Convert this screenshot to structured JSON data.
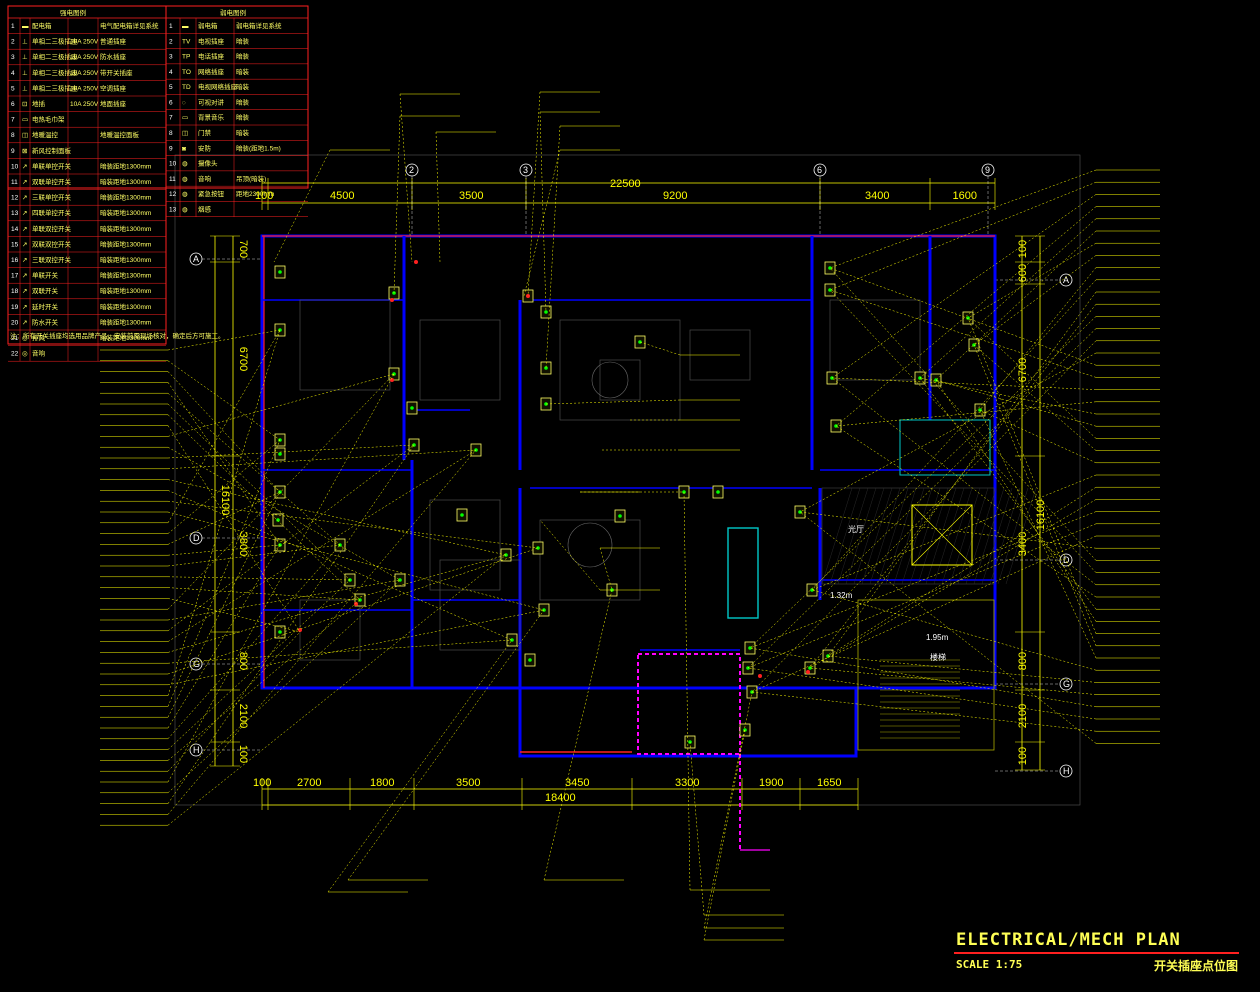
{
  "title": {
    "main": "ELECTRICAL/MECH PLAN",
    "scale": "SCALE 1:75",
    "chinese": "开关插座点位图"
  },
  "dimensions": {
    "top": [
      "100",
      "4500",
      "3500",
      "9200",
      "3400",
      "1600"
    ],
    "top_total": "22500",
    "bottom": [
      "100",
      "2700",
      "1800",
      "3500",
      "3450",
      "3300",
      "1900",
      "1650"
    ],
    "bottom_total": "18400",
    "left": [
      "700",
      "6700",
      "3800",
      "800",
      "2100",
      "100"
    ],
    "left_total": "16100",
    "right": [
      "100",
      "600",
      "6700",
      "3400",
      "800",
      "2100",
      "100"
    ],
    "right_total": "16100"
  },
  "grid_labels": {
    "top": [
      "2",
      "3",
      "6",
      "9"
    ],
    "left": [
      "A",
      "D",
      "G",
      "H"
    ],
    "right": [
      "A",
      "D",
      "G",
      "H"
    ]
  },
  "rooms": [
    "光厅",
    "1.32m",
    "1.95m",
    "楼梯"
  ],
  "legend": {
    "header_left": "强电图例",
    "header_right": "弱电图例",
    "rows": [
      {
        "no": "1",
        "sym": "▬",
        "name": "配电箱",
        "spec": "",
        "desc": "电气配电箱详见系统"
      },
      {
        "no": "2",
        "sym": "⊥",
        "name": "单相二三极插座",
        "spec": "10A 250V",
        "desc": "普通插座"
      },
      {
        "no": "3",
        "sym": "⊥",
        "name": "单相二三极插座",
        "spec": "10A 250V",
        "desc": "防水插座"
      },
      {
        "no": "4",
        "sym": "⊥",
        "name": "单相二三极插座",
        "spec": "10A 250V",
        "desc": "带开关插座"
      },
      {
        "no": "5",
        "sym": "⊥",
        "name": "单相二三极插座",
        "spec": "10A 250V",
        "desc": "空调插座"
      },
      {
        "no": "6",
        "sym": "⊡",
        "name": "地插",
        "spec": "10A 250V",
        "desc": "地面插座"
      },
      {
        "no": "7",
        "sym": "▭",
        "name": "电热毛巾架",
        "spec": "",
        "desc": ""
      },
      {
        "no": "8",
        "sym": "◫",
        "name": "地暖温控",
        "spec": "",
        "desc": "地暖温控面板"
      },
      {
        "no": "9",
        "sym": "⊠",
        "name": "新风控制面板",
        "spec": "",
        "desc": ""
      },
      {
        "no": "10",
        "sym": "↗",
        "name": "单联单控开关",
        "spec": "",
        "desc": "暗装距地1300mm"
      },
      {
        "no": "11",
        "sym": "↗",
        "name": "双联单控开关",
        "spec": "",
        "desc": "暗装距地1300mm"
      },
      {
        "no": "12",
        "sym": "↗",
        "name": "三联单控开关",
        "spec": "",
        "desc": "暗装距地1300mm"
      },
      {
        "no": "13",
        "sym": "↗",
        "name": "四联单控开关",
        "spec": "",
        "desc": "暗装距地1300mm"
      },
      {
        "no": "14",
        "sym": "↗",
        "name": "单联双控开关",
        "spec": "",
        "desc": "暗装距地1300mm"
      },
      {
        "no": "15",
        "sym": "↗",
        "name": "双联双控开关",
        "spec": "",
        "desc": "暗装距地1300mm"
      },
      {
        "no": "16",
        "sym": "↗",
        "name": "三联双控开关",
        "spec": "",
        "desc": "暗装距地1300mm"
      },
      {
        "no": "17",
        "sym": "↗",
        "name": "单联开关",
        "spec": "",
        "desc": "暗装距地1300mm"
      },
      {
        "no": "18",
        "sym": "↗",
        "name": "双联开关",
        "spec": "",
        "desc": "暗装距地1300mm"
      },
      {
        "no": "19",
        "sym": "↗",
        "name": "延时开关",
        "spec": "",
        "desc": "暗装距地1300mm"
      },
      {
        "no": "20",
        "sym": "↗",
        "name": "防水开关",
        "spec": "",
        "desc": "暗装距地1300mm"
      },
      {
        "no": "21",
        "sym": "◎",
        "name": "排风",
        "spec": "",
        "desc": "暗装距地1300mm"
      },
      {
        "no": "22",
        "sym": "◎",
        "name": "音响",
        "spec": "",
        "desc": ""
      }
    ],
    "rows_right": [
      {
        "no": "1",
        "sym": "▬",
        "name": "弱电箱",
        "desc": "弱电箱详见系统"
      },
      {
        "no": "2",
        "sym": "TV",
        "name": "电视插座",
        "desc": "暗装"
      },
      {
        "no": "3",
        "sym": "TP",
        "name": "电话插座",
        "desc": "暗装"
      },
      {
        "no": "4",
        "sym": "TO",
        "name": "网络插座",
        "desc": "暗装"
      },
      {
        "no": "5",
        "sym": "TD",
        "name": "电视网络插座",
        "desc": "暗装"
      },
      {
        "no": "6",
        "sym": "◌",
        "name": "可视对讲",
        "desc": "暗装"
      },
      {
        "no": "7",
        "sym": "▭",
        "name": "背景音乐",
        "desc": "暗装"
      },
      {
        "no": "8",
        "sym": "◫",
        "name": "门禁",
        "desc": "暗装"
      },
      {
        "no": "9",
        "sym": "◙",
        "name": "安防",
        "desc": "暗装(距地1.5m)"
      },
      {
        "no": "10",
        "sym": "◍",
        "name": "摄像头",
        "desc": ""
      },
      {
        "no": "11",
        "sym": "◍",
        "name": "音响",
        "desc": "吊顶(暗装)"
      },
      {
        "no": "12",
        "sym": "◍",
        "name": "紧急按钮",
        "desc": "距地2300mm"
      },
      {
        "no": "13",
        "sym": "◍",
        "name": "烟感",
        "desc": ""
      }
    ],
    "note": "注：所有开关插座均选用品牌产品，安装前需现场核对，确定后方可施工。"
  },
  "colors": {
    "background": "#000000",
    "annotation": "#ffff66",
    "wall": "#0000ff",
    "accent_red": "#ff2020",
    "magenta": "#ff00ff",
    "green": "#00ff00",
    "cyan": "#00c8c8"
  }
}
